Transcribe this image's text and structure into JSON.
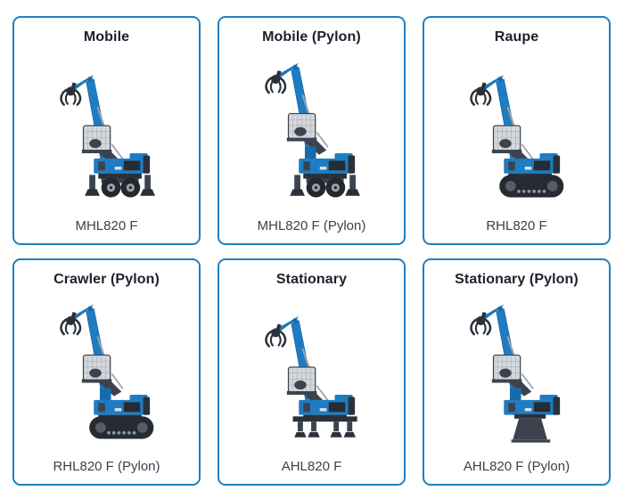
{
  "theme": {
    "card_border_blue": "#1f80c0",
    "machine_blue": "#1f7cc3",
    "machine_blue_dark": "#176bab",
    "machine_dark": "#2b313a",
    "machine_mid_dark": "#3c434e",
    "machine_gray": "#9aa1a8",
    "cab_gray": "#d4d8dc",
    "title_color": "#1c212b",
    "model_color": "#3a424e"
  },
  "cards": [
    {
      "title": "Mobile",
      "model": "MHL820 F",
      "variant": "wheels",
      "icon": "material-handler-wheeled-icon"
    },
    {
      "title": "Mobile (Pylon)",
      "model": "MHL820 F (Pylon)",
      "variant": "wheels-pylon",
      "icon": "material-handler-wheeled-pylon-icon"
    },
    {
      "title": "Raupe",
      "model": "RHL820 F",
      "variant": "tracks",
      "icon": "material-handler-crawler-icon"
    },
    {
      "title": "Crawler (Pylon)",
      "model": "RHL820 F (Pylon)",
      "variant": "tracks-pylon",
      "icon": "material-handler-crawler-pylon-icon"
    },
    {
      "title": "Stationary",
      "model": "AHL820 F",
      "variant": "legs",
      "icon": "material-handler-stationary-icon"
    },
    {
      "title": "Stationary (Pylon)",
      "model": "AHL820 F (Pylon)",
      "variant": "pedestal-pylon",
      "icon": "material-handler-stationary-pylon-icon"
    }
  ]
}
